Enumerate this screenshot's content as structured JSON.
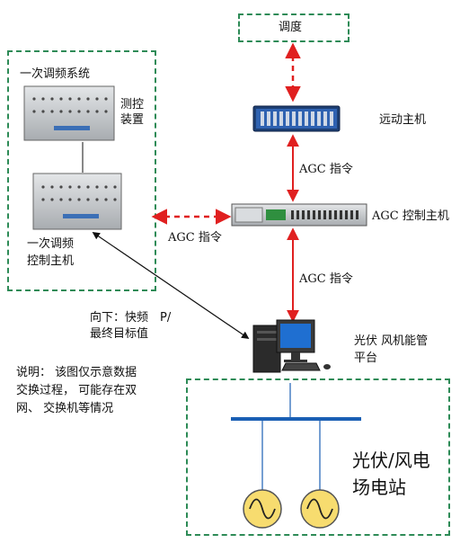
{
  "labels": {
    "dispatch": "调度",
    "remote_host": "远动主机",
    "agc_control_host": "AGC 控制主机",
    "agc_cmd_1": "AGC 指令",
    "agc_cmd_2": "AGC 指令",
    "agc_cmd_3": "AGC 指令",
    "pfr_system": "一次调频系统",
    "measure_ctrl": "测控\n装置",
    "pfr_host": "一次调频\n控制主机",
    "downward": "向下：快频　P/\n最终目标值",
    "energy_platform": "光伏 风机能管\n平台",
    "note": "说明：  该图仅示意数据\n交换过程，  可能存在双\n网、 交换机等情况",
    "station": "光伏/风电\n场电站"
  },
  "colors": {
    "dash_green": "#2e8b57",
    "arrow_red": "#e02020",
    "bus_blue": "#1a5fb4",
    "generator_fill": "#f7dc6f"
  }
}
